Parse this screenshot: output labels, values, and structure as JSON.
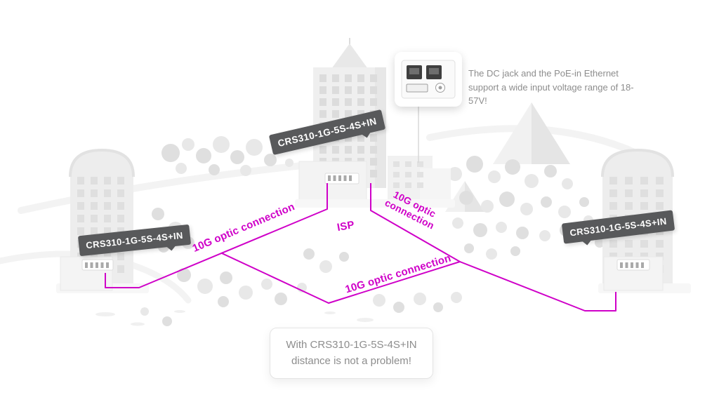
{
  "colors": {
    "accent": "#cf00c8",
    "badge": "#58595b"
  },
  "switch_badges": {
    "left": "CRS310-1G-5S-4S+IN",
    "center": "CRS310-1G-5S-4S+IN",
    "right": "CRS310-1G-5S-4S+IN"
  },
  "connection_labels": {
    "left": "10G optic connection",
    "center_right_line1": "10G optic",
    "center_right_line2": "connection",
    "bottom": "10G optic connection"
  },
  "isp_label": "ISP",
  "callout": {
    "line1": "The DC jack and the PoE-in Ethernet",
    "line2": "support a wide input voltage range of 18-57V!"
  },
  "caption": {
    "line1": "With CRS310-1G-5S-4S+IN",
    "line2": "distance is not a problem!"
  }
}
